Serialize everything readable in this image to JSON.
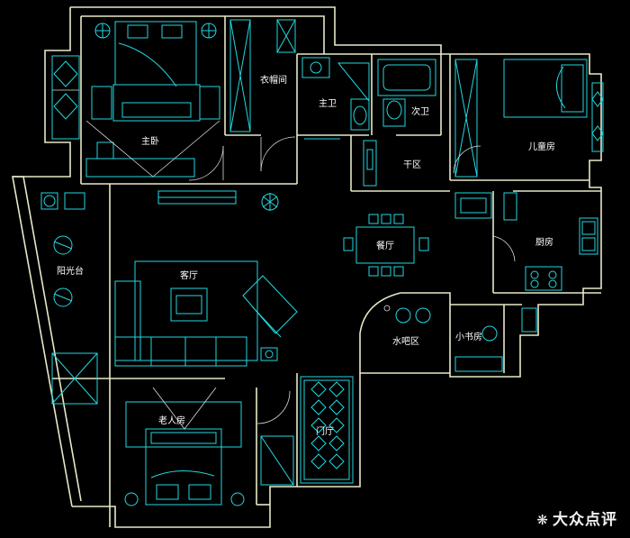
{
  "rooms": {
    "master_bedroom": "主卧",
    "cloakroom": "衣帽间",
    "master_bath": "主卫",
    "second_bath": "次卫",
    "dry_area": "干区",
    "kids_room": "儿童房",
    "living_room": "客厅",
    "dining_room": "餐厅",
    "kitchen": "厨房",
    "sun_balcony": "阳光台",
    "water_bar": "水吧区",
    "small_study": "小书房",
    "elder_room": "老人房",
    "foyer": "门厅"
  },
  "watermark": {
    "icon": "paw-icon",
    "text": "大众点评"
  },
  "colors": {
    "background": "#000000",
    "wall": "#e8e8c8",
    "furniture": "#22d8e0"
  }
}
